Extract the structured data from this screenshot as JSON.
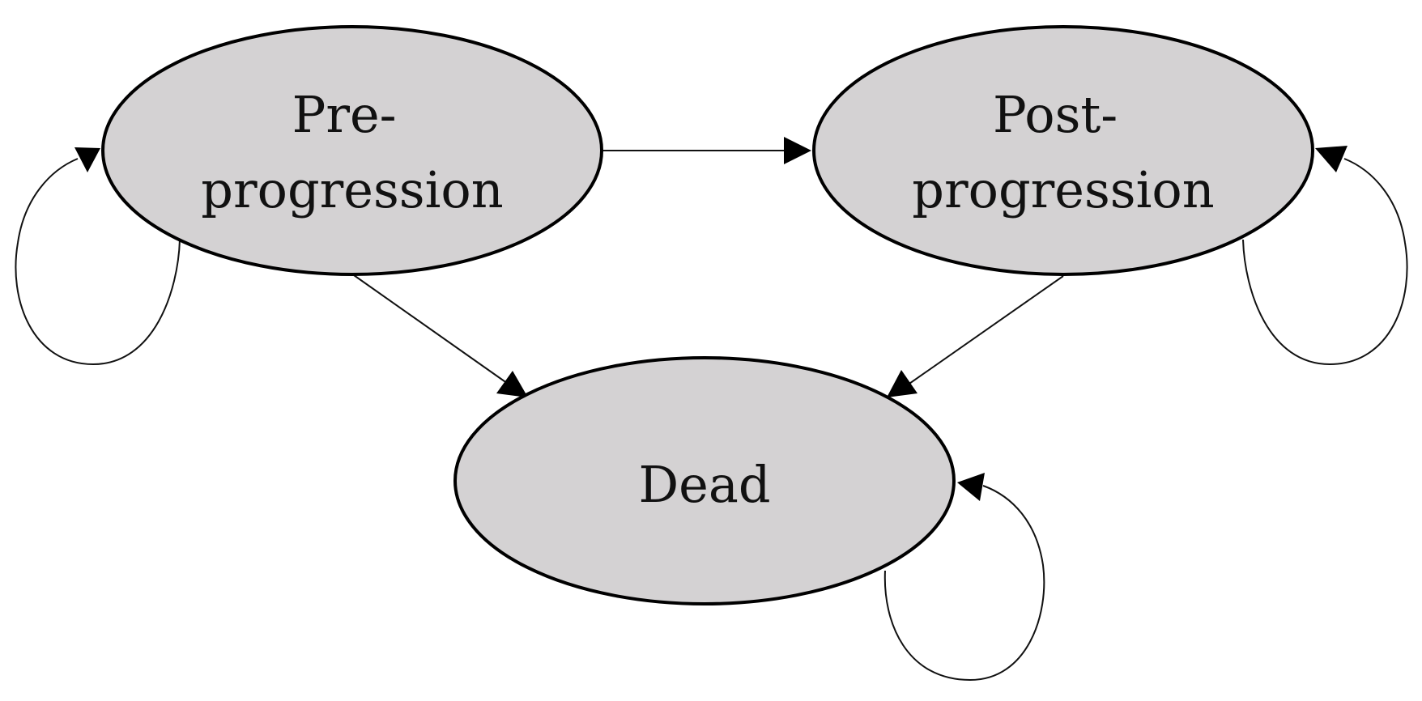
{
  "diagram": {
    "type": "state-transition",
    "node_fill": "#d4d2d3",
    "node_stroke": "#000000",
    "states": [
      {
        "id": "pre",
        "label_lines": [
          "Pre-",
          "progression"
        ]
      },
      {
        "id": "post",
        "label_lines": [
          "Post-",
          "progression"
        ]
      },
      {
        "id": "dead",
        "label_lines": [
          "Dead"
        ]
      }
    ],
    "transitions": [
      {
        "from": "pre",
        "to": "pre"
      },
      {
        "from": "pre",
        "to": "post"
      },
      {
        "from": "pre",
        "to": "dead"
      },
      {
        "from": "post",
        "to": "post"
      },
      {
        "from": "post",
        "to": "dead"
      },
      {
        "from": "dead",
        "to": "dead"
      }
    ]
  }
}
